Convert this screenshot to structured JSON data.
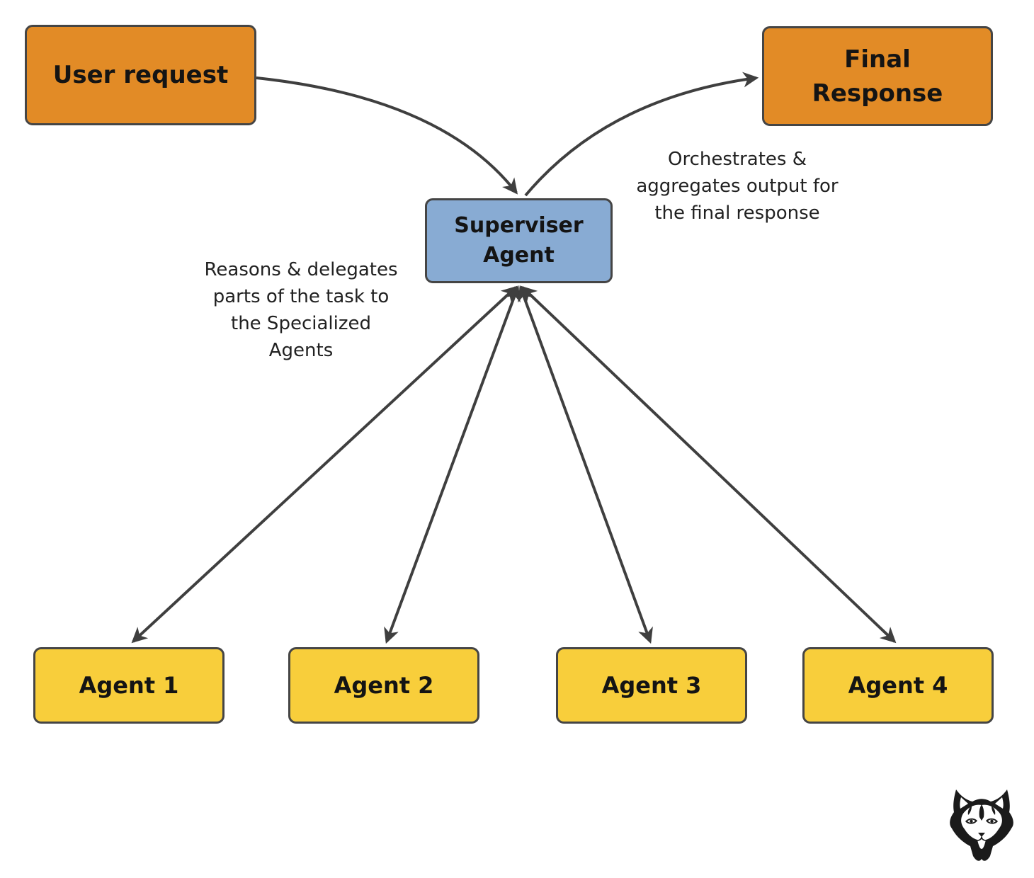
{
  "diagram": {
    "nodes": {
      "user_request": {
        "label": "User request",
        "fill": "#E28B26"
      },
      "final_response": {
        "label": [
          "Final",
          "Response"
        ],
        "fill": "#E28B26"
      },
      "superviser_agent": {
        "label": [
          "Superviser",
          "Agent"
        ],
        "fill": "#88ABD3"
      },
      "agent_1": {
        "label": "Agent 1",
        "fill": "#F8CE3B"
      },
      "agent_2": {
        "label": "Agent 2",
        "fill": "#F8CE3B"
      },
      "agent_3": {
        "label": "Agent 3",
        "fill": "#F8CE3B"
      },
      "agent_4": {
        "label": "Agent 4",
        "fill": "#F8CE3B"
      }
    },
    "annotations": {
      "delegation": [
        "Reasons & delegates",
        "parts of the task to",
        "the Specialized",
        "Agents"
      ],
      "orchestration": [
        "Orchestrates &",
        "aggregates output for",
        "the final response"
      ]
    },
    "edges": [
      {
        "from": "user_request",
        "to": "superviser_agent",
        "arrowheads": "end"
      },
      {
        "from": "superviser_agent",
        "to": "final_response",
        "arrowheads": "end"
      },
      {
        "from": "superviser_agent",
        "to": "agent_1",
        "arrowheads": "both"
      },
      {
        "from": "superviser_agent",
        "to": "agent_2",
        "arrowheads": "both"
      },
      {
        "from": "superviser_agent",
        "to": "agent_3",
        "arrowheads": "both"
      },
      {
        "from": "superviser_agent",
        "to": "agent_4",
        "arrowheads": "both"
      }
    ],
    "colors": {
      "node_border": "#454545",
      "arrow": "#3f3f3f",
      "label_text": "#141414",
      "annotation_text": "#212121",
      "background": "#ffffff",
      "logo": "#1b1b1b"
    },
    "logo": {
      "name": "cat-mascot-logo"
    }
  }
}
